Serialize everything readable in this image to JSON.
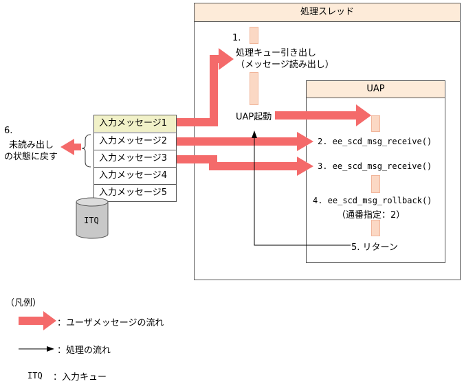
{
  "thread": {
    "title": "処理スレッド"
  },
  "uap": {
    "title": "UAP"
  },
  "queue": {
    "rows": [
      "入力メッセージ1",
      "入力メッセージ2",
      "入力メッセージ3",
      "入力メッセージ4",
      "入力メッセージ5"
    ],
    "itq_label": "ITQ"
  },
  "steps": {
    "s1_num": "1.",
    "s1_line1": "処理キュー引き出し",
    "s1_line2": "（メッセージ読み出し）",
    "uap_start": "UAP起動",
    "s2": "2. ee_scd_msg_receive()",
    "s3": "3. ee_scd_msg_receive()",
    "s4_line1": "4. ee_scd_msg_rollback()",
    "s4_line2": "（通番指定：2）",
    "s5": "5. リターン",
    "s6_num": "6.",
    "s6_line1": "未読み出し",
    "s6_line2": "の状態に戻す"
  },
  "legend": {
    "title": "（凡例）",
    "message_flow": "：ユーザメッセージの流れ",
    "process_flow": "：処理の流れ",
    "itq_key": "ITQ",
    "itq_desc": "：入力キュー"
  },
  "colors": {
    "arrow": "#f46a6a",
    "header": "#fdebd9",
    "marker": "#fbd8c4",
    "queue_first": "#f1f1c8",
    "cylinder": "#c8c8c8"
  }
}
